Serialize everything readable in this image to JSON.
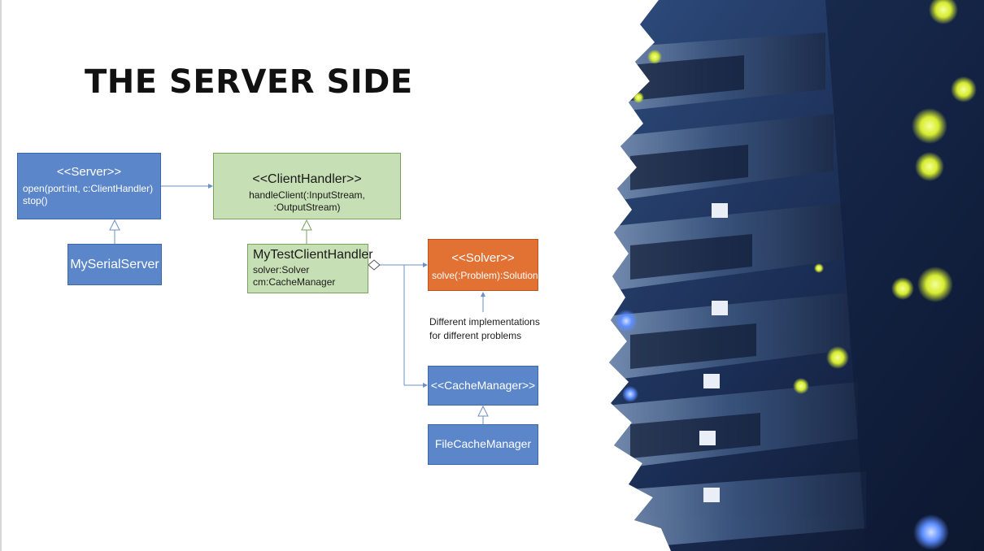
{
  "slide": {
    "title": "THE SERVER SIDE"
  },
  "diagram": {
    "server": {
      "stereotype": "<<Server>>",
      "methods": [
        "open(port:int, c:ClientHandler)",
        "stop()"
      ]
    },
    "client_handler": {
      "stereotype": "<<ClientHandler>>",
      "methods": [
        "handleClient(:InputStream, :OutputStream)"
      ]
    },
    "serial_server": {
      "name": "MySerialServer"
    },
    "test_client_handler": {
      "name": "MyTestClientHandler",
      "fields": [
        "solver:Solver",
        "cm:CacheManager"
      ]
    },
    "solver": {
      "stereotype": "<<Solver>>",
      "methods": [
        "solve(:Problem):Solution"
      ]
    },
    "solver_note": {
      "lines": [
        "Different implementations",
        "for different problems"
      ]
    },
    "cache_manager": {
      "stereotype": "<<CacheManager>>"
    },
    "file_cache_manager": {
      "name": "FileCacheManager"
    }
  },
  "colors": {
    "interface_blue": "#5b86c9",
    "handler_green": "#c7dfb4",
    "solver_orange": "#e27134",
    "connector": "#6d8fc4"
  },
  "image": {
    "subject": "server-rack-photo"
  }
}
